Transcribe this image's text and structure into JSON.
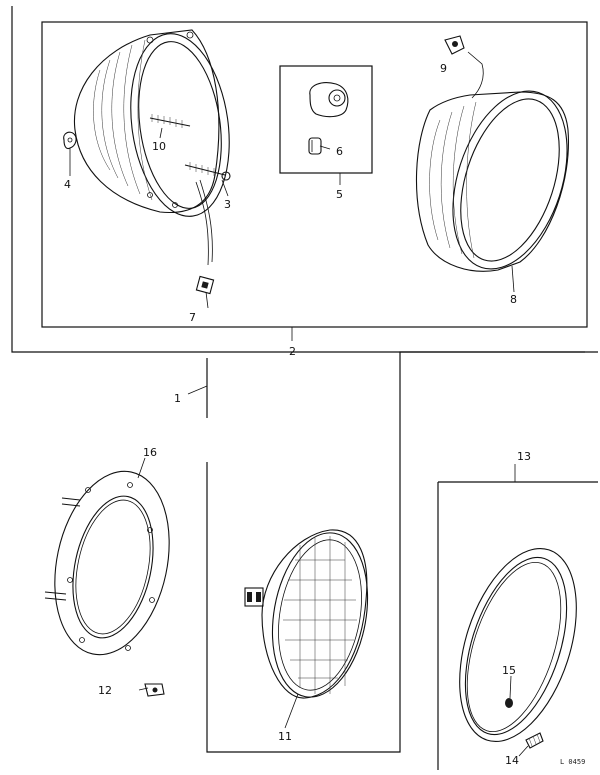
{
  "callouts": {
    "c1": "1",
    "c2": "2",
    "c3": "3",
    "c4": "4",
    "c5": "5",
    "c6": "6",
    "c7": "7",
    "c8": "8",
    "c9": "9",
    "c10": "10",
    "c11": "11",
    "c12": "12",
    "c13": "13",
    "c14": "14",
    "c15": "15",
    "c16": "16"
  },
  "reference_code": "L 0459"
}
